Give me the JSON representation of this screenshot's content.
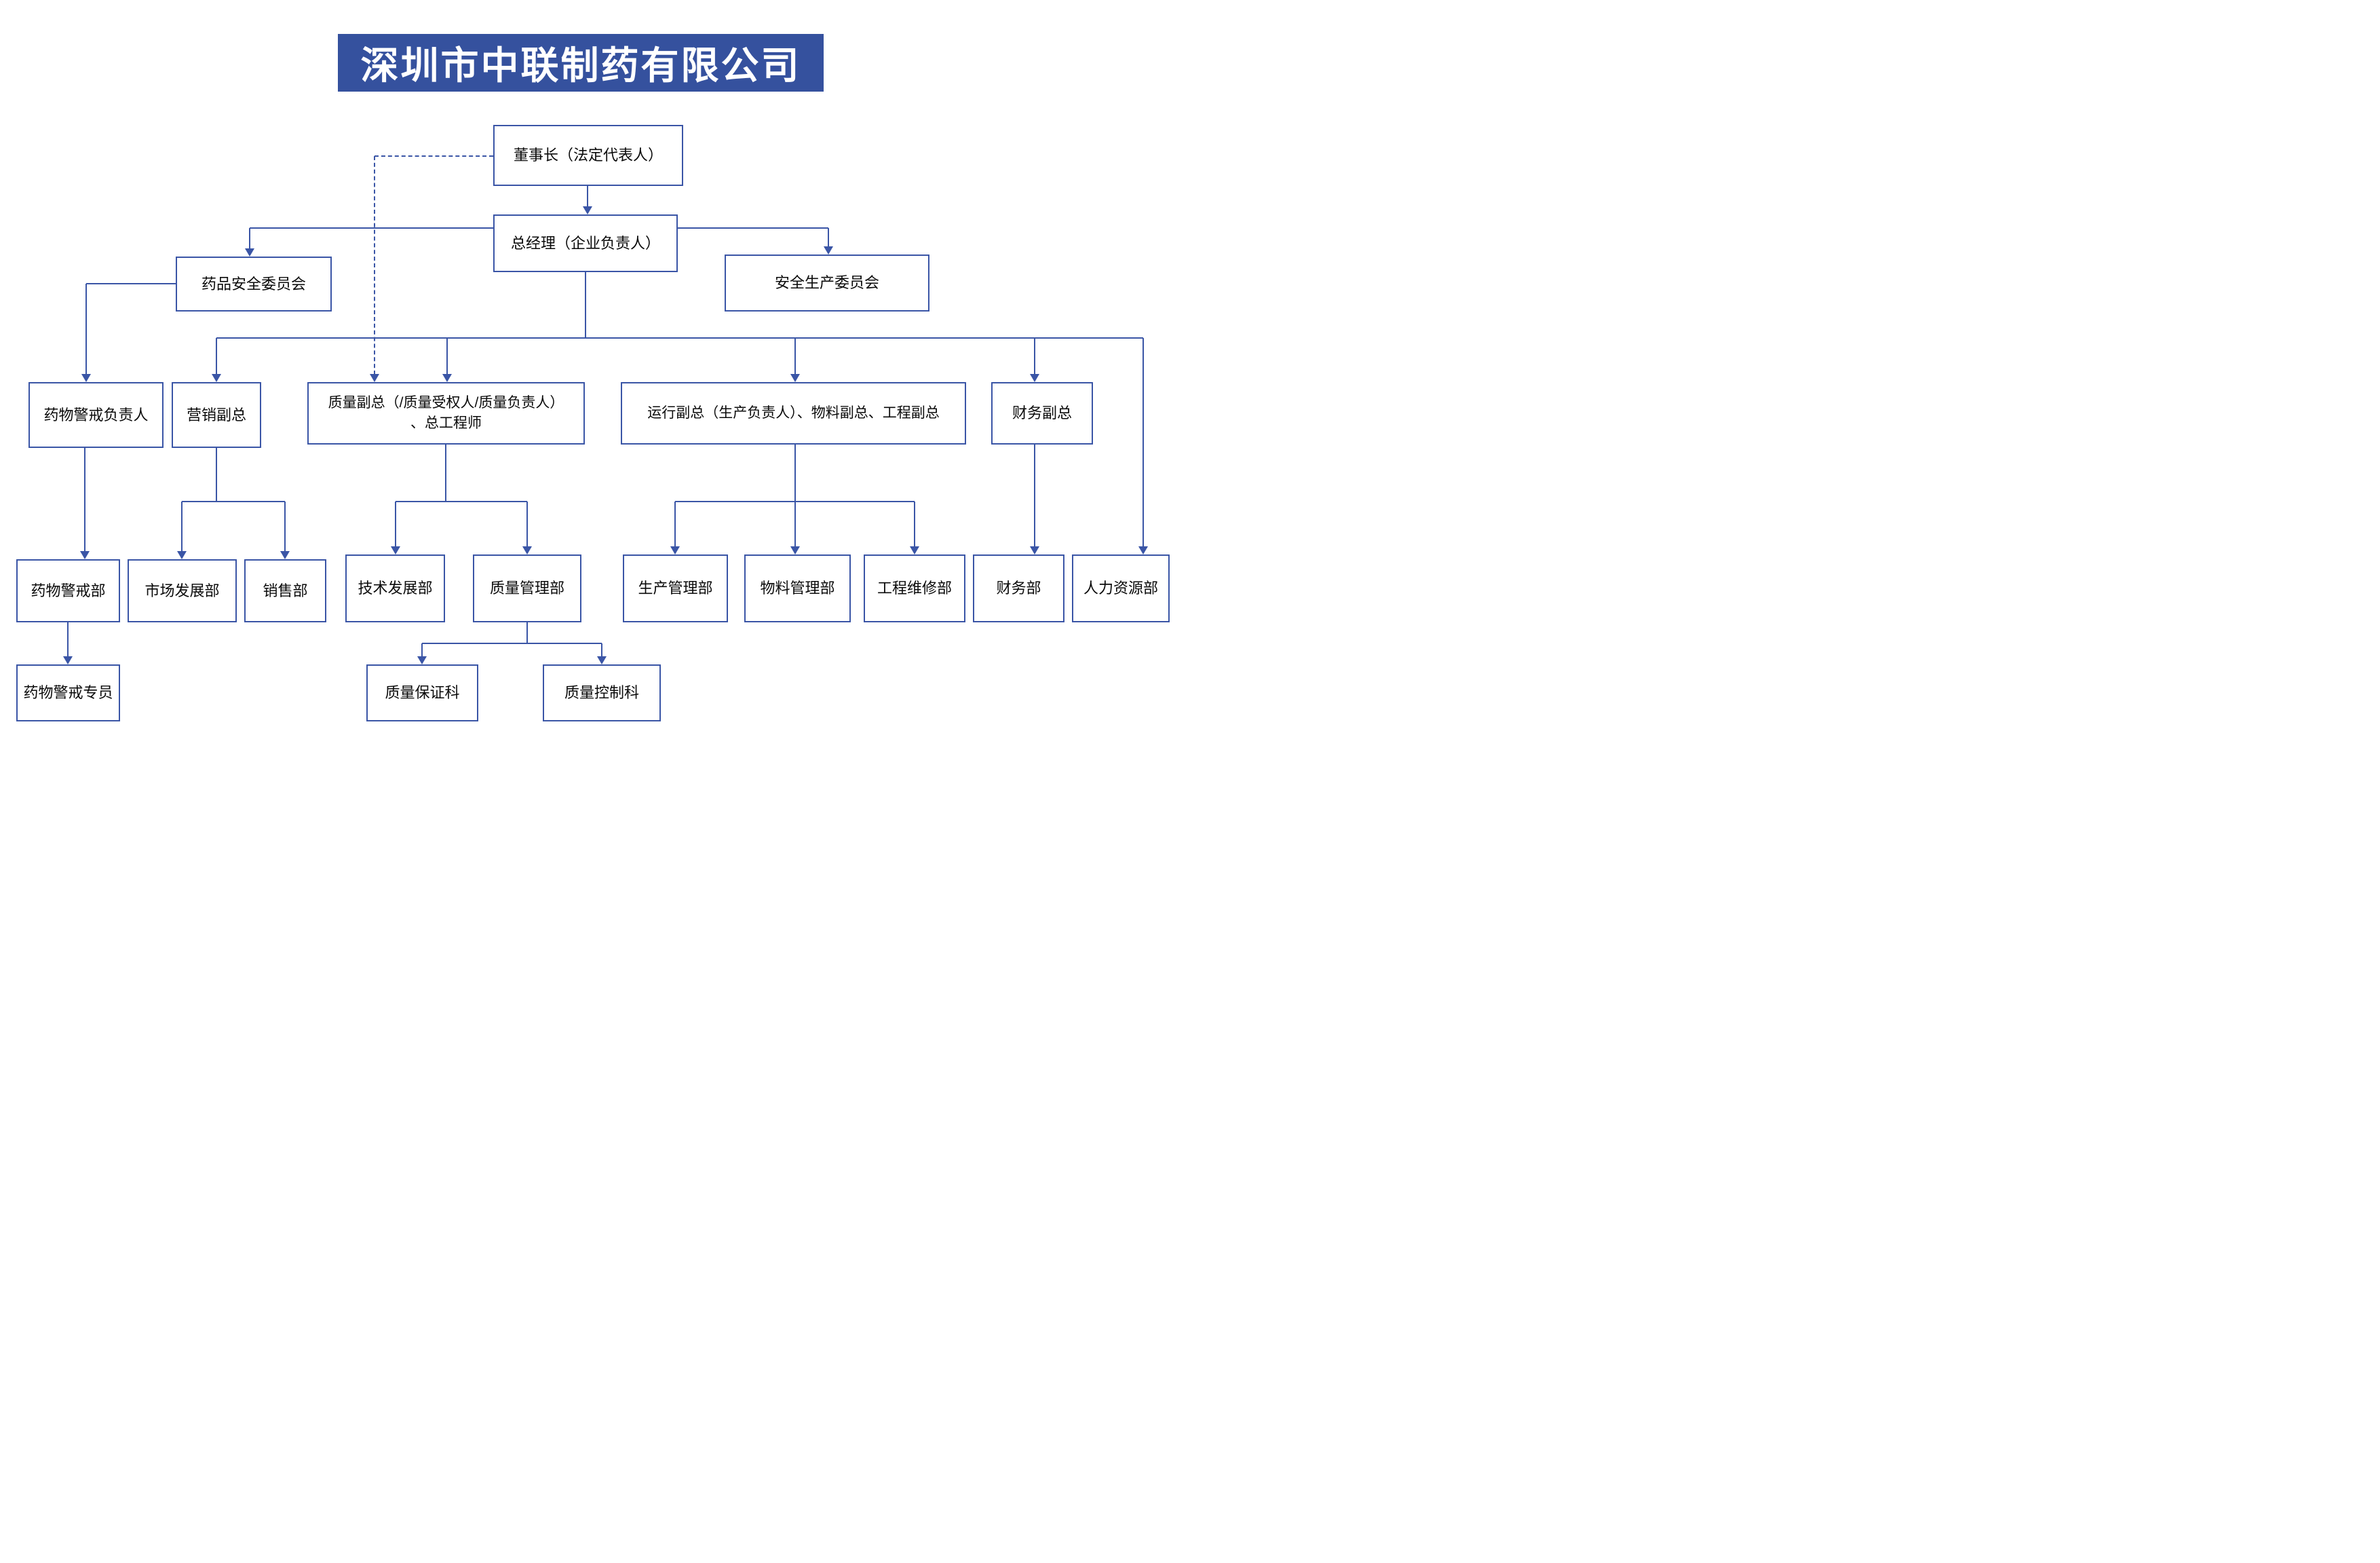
{
  "page_title": "深圳市中联制药有限公司",
  "colors": {
    "line_blue": "#3a55a6",
    "banner_background": "#35519e",
    "banner_text": "#ffffff",
    "box_background": "#ffffff",
    "box_text": "#0a0a0a"
  },
  "diagram": {
    "nodes": [
      {
        "id": "chairman",
        "label": "董事长（法定代表人）"
      },
      {
        "id": "gm",
        "label": "总经理（企业负责人）"
      },
      {
        "id": "drug-safety-committee",
        "label": "药品安全委员会"
      },
      {
        "id": "safety-production-committee",
        "label": "安全生产委员会"
      },
      {
        "id": "pv-lead",
        "label": "药物警戒负责人"
      },
      {
        "id": "marketing-vp",
        "label": "营销副总"
      },
      {
        "id": "quality-vp",
        "label": [
          "质量副总（/质量受权人/质量负责人）",
          "、总工程师"
        ]
      },
      {
        "id": "operations-vp",
        "label": "运行副总（生产负责人）、物料副总、工程副总"
      },
      {
        "id": "finance-vp",
        "label": "财务副总"
      },
      {
        "id": "pv-dept",
        "label": "药物警戒部"
      },
      {
        "id": "market-dev-dept",
        "label": "市场发展部"
      },
      {
        "id": "sales-dept",
        "label": "销售部"
      },
      {
        "id": "tech-dev-dept",
        "label": "技术发展部"
      },
      {
        "id": "quality-mgmt-dept",
        "label": "质量管理部"
      },
      {
        "id": "production-mgmt-dept",
        "label": "生产管理部"
      },
      {
        "id": "material-mgmt-dept",
        "label": "物料管理部"
      },
      {
        "id": "engineering-maintenance-dept",
        "label": "工程维修部"
      },
      {
        "id": "finance-dept",
        "label": "财务部"
      },
      {
        "id": "hr-dept",
        "label": "人力资源部"
      },
      {
        "id": "pv-specialist",
        "label": "药物警戒专员"
      },
      {
        "id": "qa-section",
        "label": "质量保证科"
      },
      {
        "id": "qc-section",
        "label": "质量控制科"
      }
    ],
    "edges": [
      {
        "from": "chairman",
        "to": "gm",
        "style": "solid"
      },
      {
        "from": "chairman",
        "to": "quality-vp",
        "style": "dashed"
      },
      {
        "from": "gm",
        "to": "drug-safety-committee",
        "style": "solid"
      },
      {
        "from": "gm",
        "to": "safety-production-committee",
        "style": "solid"
      },
      {
        "from": "gm",
        "to": "marketing-vp",
        "style": "solid"
      },
      {
        "from": "gm",
        "to": "quality-vp",
        "style": "solid"
      },
      {
        "from": "gm",
        "to": "operations-vp",
        "style": "solid"
      },
      {
        "from": "gm",
        "to": "finance-vp",
        "style": "solid"
      },
      {
        "from": "gm",
        "to": "hr-dept",
        "style": "solid"
      },
      {
        "from": "drug-safety-committee",
        "to": "pv-lead",
        "style": "solid"
      },
      {
        "from": "pv-lead",
        "to": "pv-dept",
        "style": "solid"
      },
      {
        "from": "marketing-vp",
        "to": "market-dev-dept",
        "style": "solid"
      },
      {
        "from": "marketing-vp",
        "to": "sales-dept",
        "style": "solid"
      },
      {
        "from": "quality-vp",
        "to": "tech-dev-dept",
        "style": "solid"
      },
      {
        "from": "quality-vp",
        "to": "quality-mgmt-dept",
        "style": "solid"
      },
      {
        "from": "operations-vp",
        "to": "production-mgmt-dept",
        "style": "solid"
      },
      {
        "from": "operations-vp",
        "to": "material-mgmt-dept",
        "style": "solid"
      },
      {
        "from": "operations-vp",
        "to": "engineering-maintenance-dept",
        "style": "solid"
      },
      {
        "from": "finance-vp",
        "to": "finance-dept",
        "style": "solid"
      },
      {
        "from": "quality-mgmt-dept",
        "to": "qa-section",
        "style": "solid"
      },
      {
        "from": "quality-mgmt-dept",
        "to": "qc-section",
        "style": "solid"
      },
      {
        "from": "pv-dept",
        "to": "pv-specialist",
        "style": "solid"
      }
    ]
  }
}
